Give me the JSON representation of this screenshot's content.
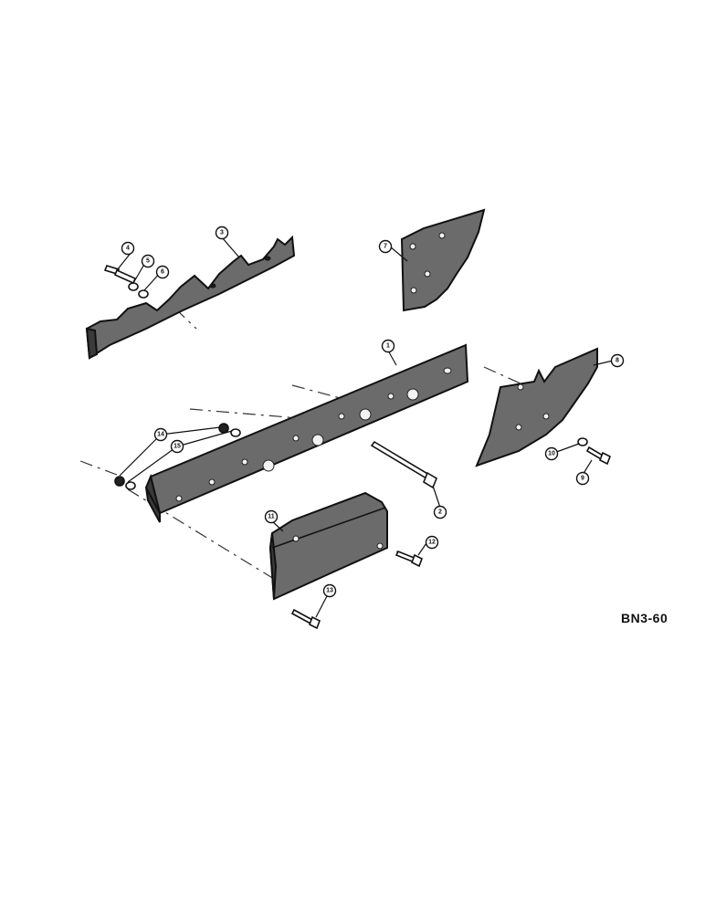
{
  "figure": {
    "reference_code": "BN3-60",
    "callouts": [
      "1",
      "2",
      "3",
      "4",
      "5",
      "6",
      "7",
      "8",
      "9",
      "10",
      "11",
      "12",
      "13",
      "14",
      "15"
    ]
  },
  "colors": {
    "part_fill": "#6b6b6b",
    "outline": "#111111",
    "background": "#ffffff"
  }
}
